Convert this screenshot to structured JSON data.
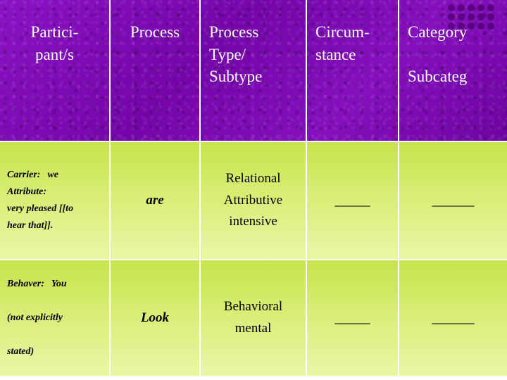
{
  "slide": {
    "header_background_color": "#7d0ab4",
    "body_cell_color": "#cfe85c",
    "columns": [
      {
        "id": "participants",
        "label": "Partici-\npant/s"
      },
      {
        "id": "process",
        "label": "Process"
      },
      {
        "id": "process_type",
        "label": "Process\nType/\nSubtype"
      },
      {
        "id": "circumstance",
        "label": "Circum-\nstance"
      },
      {
        "id": "category",
        "label": "Category"
      }
    ],
    "header": {
      "participants_line1": "Partici-",
      "participants_line2": "pant/s",
      "process": "Process",
      "process_type_line1": "Process",
      "process_type_line2": "Type/",
      "process_type_line3": "Subtype",
      "circumstance_line1": "Circum-",
      "circumstance_line2": "stance",
      "category_line1": "Category",
      "category_line2": "Subcateg"
    },
    "rows": [
      {
        "participants": {
          "line1_label": "Carrier:",
          "line1_value": "we",
          "line2_label": "Attribute:",
          "line3_value": "very pleased [[to",
          "line4_value": "hear that]]."
        },
        "process": "are",
        "process_type_line1": "Relational",
        "process_type_line2": "Attributive",
        "process_type_line3": "intensive",
        "circumstance": "_____",
        "category": "______"
      },
      {
        "participants": {
          "line1_label": "Behaver:",
          "line1_value": "You",
          "line2_value": "(not explicitly",
          "line3_value": "stated)"
        },
        "process": "Look",
        "process_type_line1": "Behavioral",
        "process_type_line2": "mental",
        "circumstance": "_____",
        "category": "______"
      }
    ]
  },
  "decoration": {
    "dot_grid_icon": "dot-grid-icon",
    "dot_color": "#5a0080",
    "dot_rows": 3,
    "dot_cols": 5
  }
}
